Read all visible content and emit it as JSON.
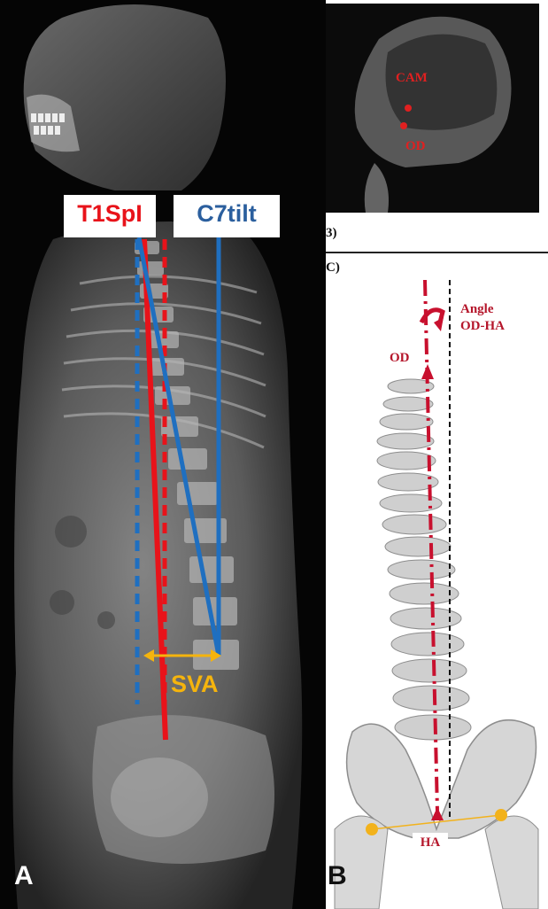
{
  "panel_a": {
    "letter": "A",
    "t1spi_label": "T1SpI",
    "c7tilt_label": "C7tilt",
    "sva_label": "SVA",
    "colors": {
      "t1spi": "#e8131a",
      "c7tilt": "#1f6fc0",
      "sva": "#f5b40d"
    }
  },
  "panel_skull": {
    "cam_label": "CAM",
    "od_label": "OD",
    "corner_fragment": "3)"
  },
  "panel_b": {
    "letter": "B",
    "corner_fragment": "C)",
    "angle_label_line1": "Angle",
    "angle_label_line2": "OD-HA",
    "od_label": "OD",
    "ha_label": "HA",
    "colors": {
      "axis": "#c8102e",
      "vertical": "#111111",
      "joint": "#f2b21c"
    }
  }
}
